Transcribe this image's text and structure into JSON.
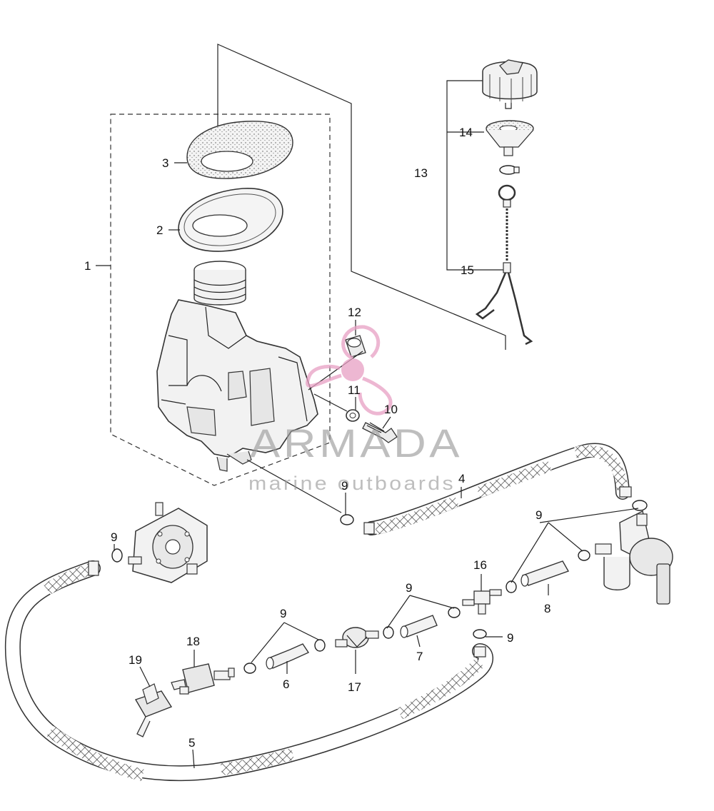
{
  "watermark": {
    "brand": "ARMADA",
    "tagline": "marine outboards",
    "accent_color": "#e8a0c4"
  },
  "callouts": [
    {
      "id": "c1",
      "label": "1"
    },
    {
      "id": "c2",
      "label": "2"
    },
    {
      "id": "c3",
      "label": "3"
    },
    {
      "id": "c4",
      "label": "4"
    },
    {
      "id": "c5",
      "label": "5"
    },
    {
      "id": "c6",
      "label": "6"
    },
    {
      "id": "c7",
      "label": "7"
    },
    {
      "id": "c8",
      "label": "8"
    },
    {
      "id": "c9a",
      "label": "9"
    },
    {
      "id": "c9b",
      "label": "9"
    },
    {
      "id": "c9c",
      "label": "9"
    },
    {
      "id": "c9d",
      "label": "9"
    },
    {
      "id": "c9e",
      "label": "9"
    },
    {
      "id": "c9f",
      "label": "9"
    },
    {
      "id": "c10",
      "label": "10"
    },
    {
      "id": "c11",
      "label": "11"
    },
    {
      "id": "c12",
      "label": "12"
    },
    {
      "id": "c13",
      "label": "13"
    },
    {
      "id": "c14",
      "label": "14"
    },
    {
      "id": "c15",
      "label": "15"
    },
    {
      "id": "c16",
      "label": "16"
    },
    {
      "id": "c17",
      "label": "17"
    },
    {
      "id": "c18",
      "label": "18"
    },
    {
      "id": "c19",
      "label": "19"
    }
  ]
}
